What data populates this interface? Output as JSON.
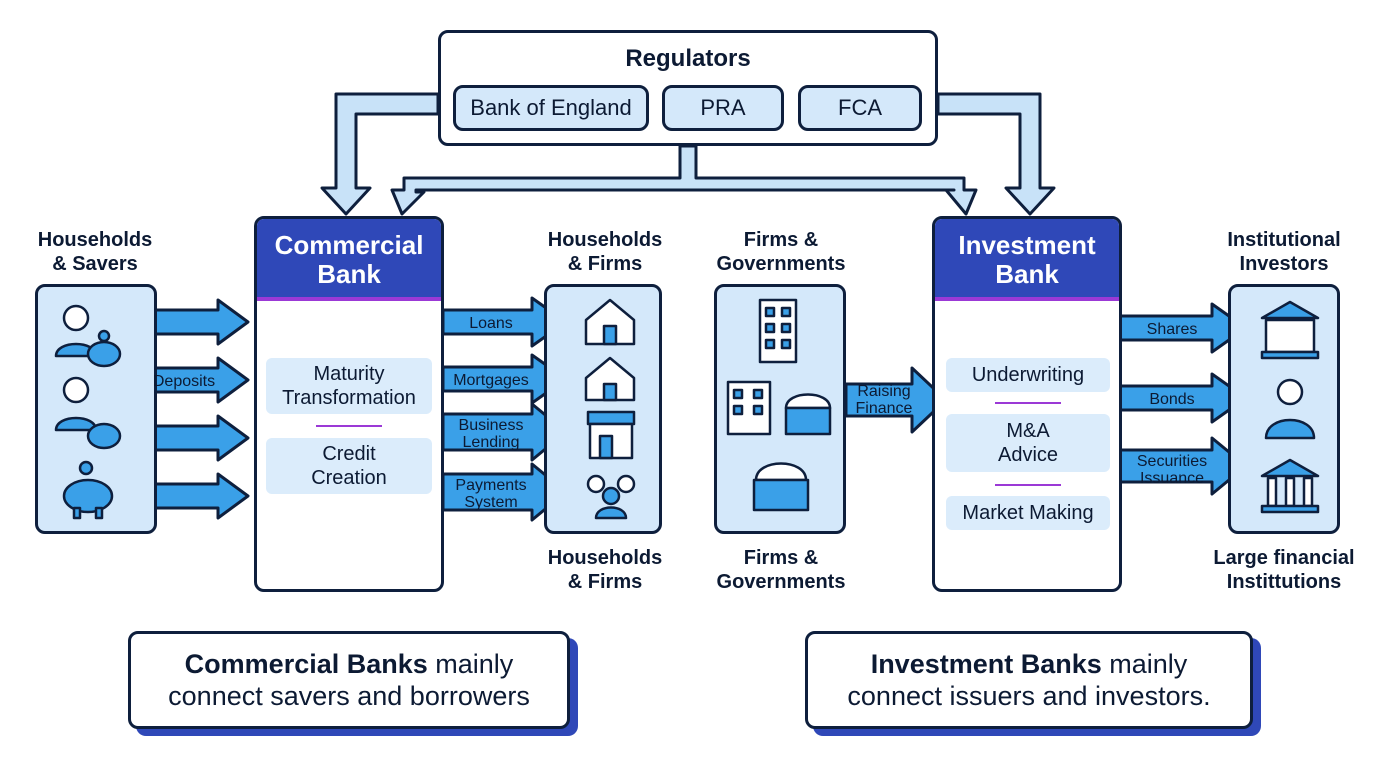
{
  "regulators": {
    "title": "Regulators",
    "bodies": [
      "Bank of England",
      "PRA",
      "FCA"
    ]
  },
  "commercial": {
    "title_line1": "Commercial",
    "title_line2": "Bank",
    "input_label_line1": "Households",
    "input_label_line2": "& Savers",
    "input_arrow": "Deposits",
    "function1_line1": "Maturity",
    "function1_line2": "Transformation",
    "function2_line1": "Credit",
    "function2_line2": "Creation",
    "output_top_line1": "Households",
    "output_top_line2": "& Firms",
    "output_bottom_line1": "Households",
    "output_bottom_line2": "& Firms",
    "outputs": [
      {
        "line1": "Loans",
        "line2": ""
      },
      {
        "line1": "Mortgages",
        "line2": ""
      },
      {
        "line1": "Business",
        "line2": "Lending"
      },
      {
        "line1": "Payments",
        "line2": "System"
      }
    ]
  },
  "investment": {
    "title_line1": "Investment",
    "title_line2": "Bank",
    "issuer_top_line1": "Firms &",
    "issuer_top_line2": "Governments",
    "issuer_bottom_line1": "Firms &",
    "issuer_bottom_line2": "Governments",
    "input_arrow_line1": "Raising",
    "input_arrow_line2": "Finance",
    "function1": "Underwriting",
    "function2_line1": "M&A",
    "function2_line2": "Advice",
    "function3": "Market Making",
    "investor_top_line1": "Institutional",
    "investor_top_line2": "Investors",
    "investor_bottom_line1": "Large financial",
    "investor_bottom_line2": "Instittutions",
    "outputs": [
      {
        "line1": "Shares",
        "line2": ""
      },
      {
        "line1": "Bonds",
        "line2": ""
      },
      {
        "line1": "Securities",
        "line2": "Issuance"
      }
    ]
  },
  "summaries": {
    "commercial_bold": "Commercial Banks",
    "commercial_rest": " mainly",
    "commercial_line2": "connect savers and borrowers",
    "investment_bold": "Investment Banks",
    "investment_rest": " mainly",
    "investment_line2": "connect issuers and investors."
  },
  "icons": [
    "person-icon",
    "piggy-bank-icon",
    "house-icon",
    "storefront-icon",
    "people-group-icon",
    "office-building-icon",
    "government-dome-icon",
    "bank-building-icon",
    "businessman-icon"
  ],
  "colors": {
    "primary": "#2f48b8",
    "arrow_fill": "#3aa0e8",
    "panel_fill": "#d4e8fa",
    "divider": "#9b39d6",
    "outline": "#0e1f3d"
  }
}
